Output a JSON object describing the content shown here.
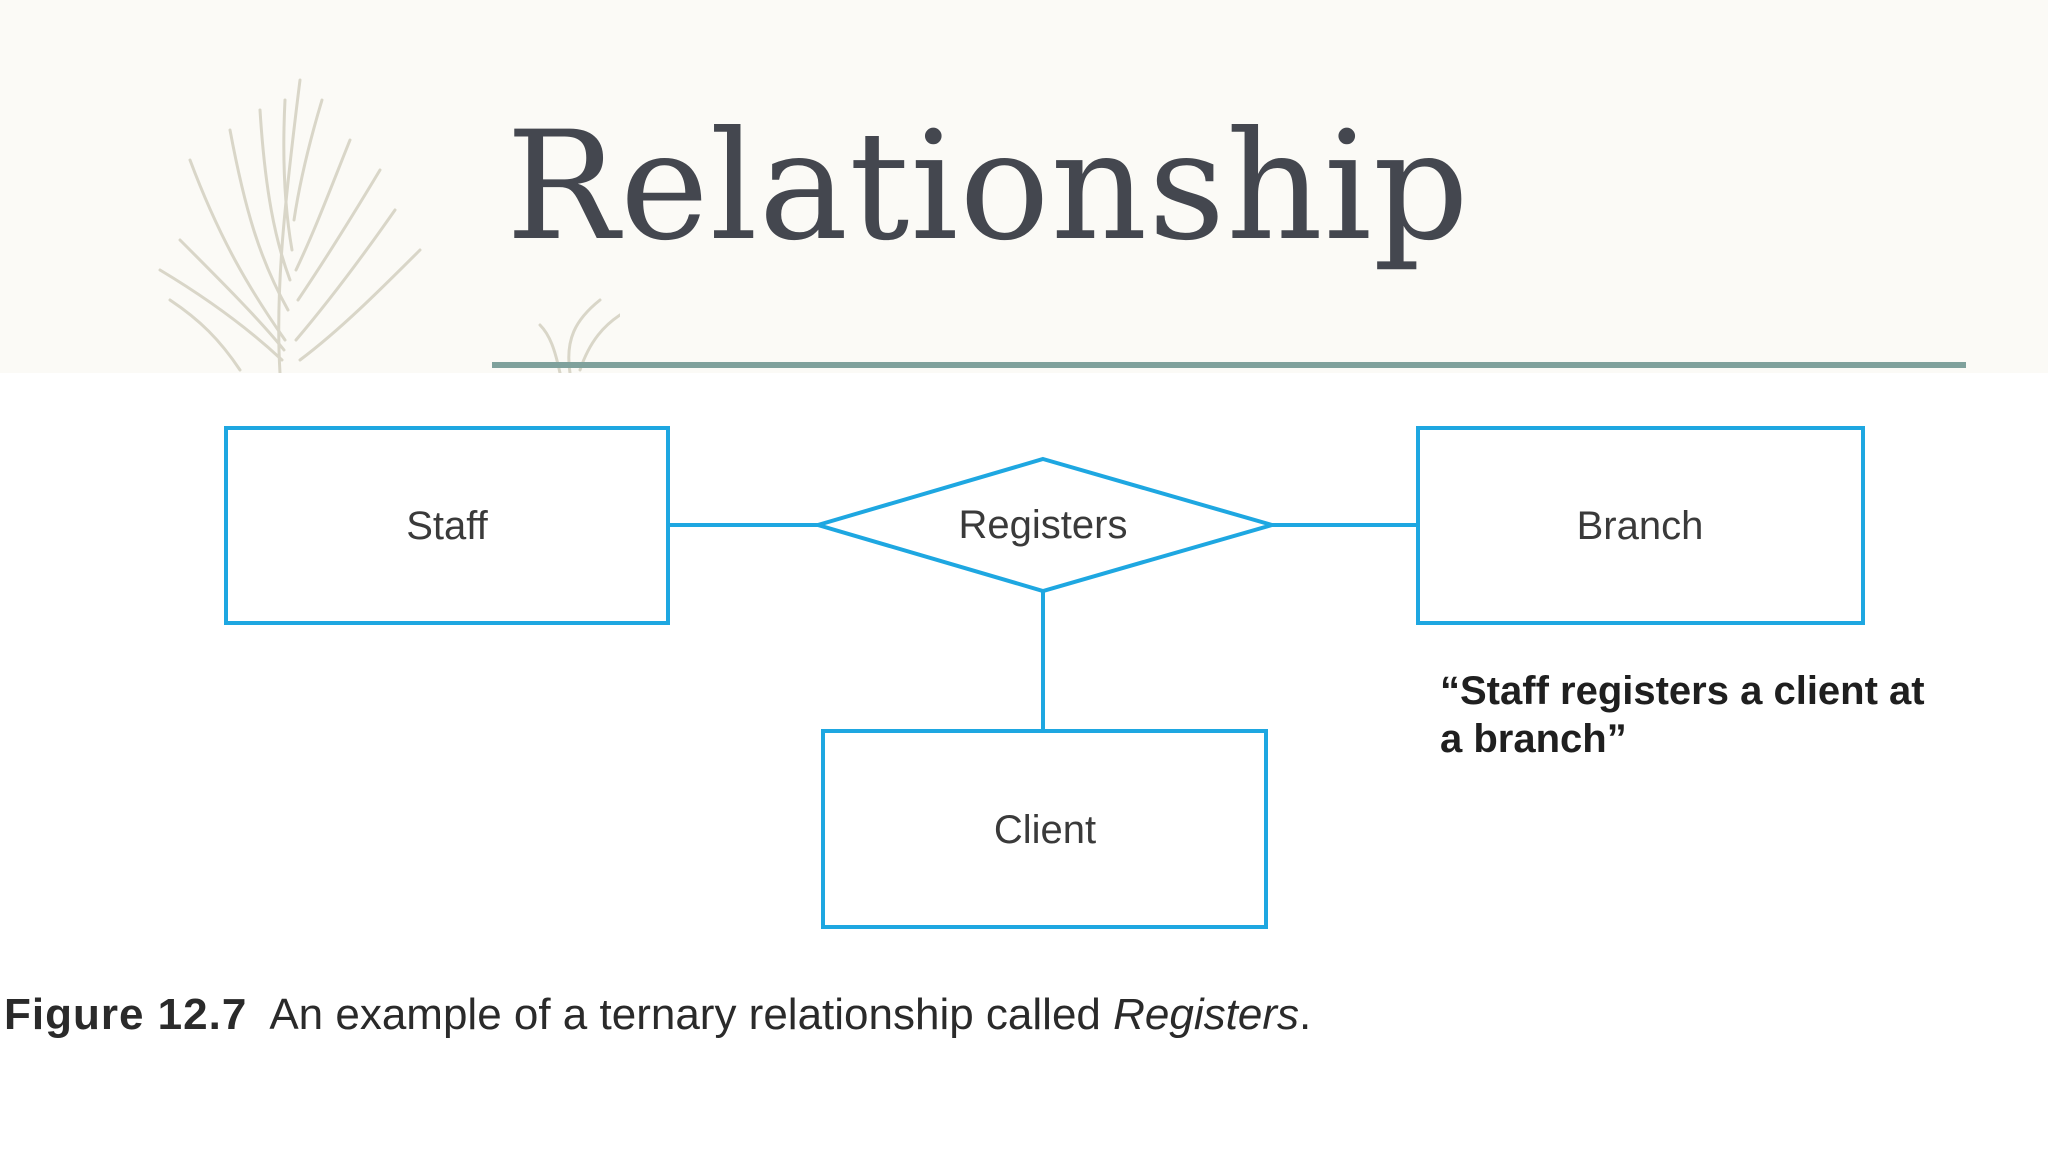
{
  "title": "Relationship",
  "diagram": {
    "entities": {
      "staff": "Staff",
      "branch": "Branch",
      "client": "Client"
    },
    "relationship": "Registers",
    "note": "“Staff registers a client at\n a branch”"
  },
  "caption": {
    "label": "Figure 12.7",
    "text": "An example of a ternary relationship called ",
    "name": "Registers",
    "end": "."
  },
  "colors": {
    "diagram_stroke": "#1ea7e1",
    "title_rule": "#7fa19c"
  }
}
